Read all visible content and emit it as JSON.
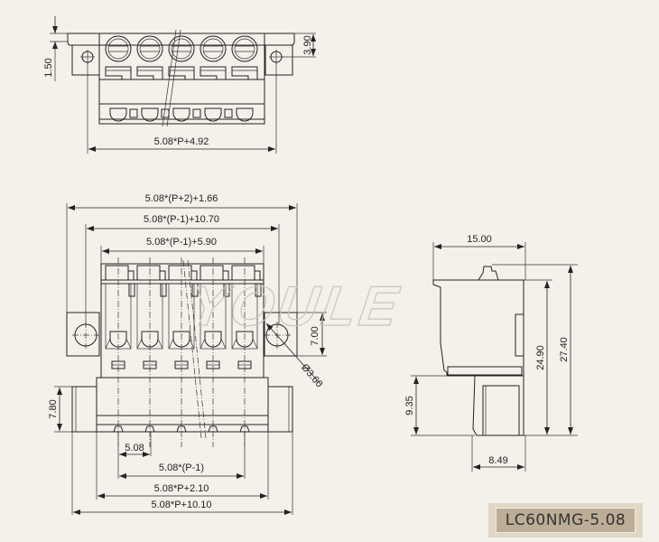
{
  "part_number": "LC60NMG-5.08",
  "watermark": "YOULE",
  "top_view": {
    "dims": {
      "overall_width": "5.08*P+4.92",
      "flange_thickness": "1.50",
      "hole_offset": "3.90"
    },
    "positions": 5
  },
  "front_view": {
    "dims": {
      "overall_top": "5.08*(P+2)+1.66",
      "body_width": "5.08*(P-1)+10.70",
      "inner_width": "5.08*(P-1)+5.90",
      "hole_height": "7.00",
      "hole_diameter": "Ø3.60",
      "flange_height": "7.80",
      "pitch": "5.08",
      "pin_span": "5.08*(P-1)",
      "base_width": "5.08*P+2.10",
      "overall_bottom": "5.08*P+10.10"
    },
    "positions": 5
  },
  "side_view": {
    "dims": {
      "depth": "15.00",
      "body_height": "24.90",
      "overall_height": "27.40",
      "pin_height": "9.35",
      "pin_depth": "8.49"
    }
  },
  "colors": {
    "background": "#f4f1ea",
    "line": "#222222",
    "label_outer": "#e0d7c5",
    "label_inner": "#bcad96"
  }
}
